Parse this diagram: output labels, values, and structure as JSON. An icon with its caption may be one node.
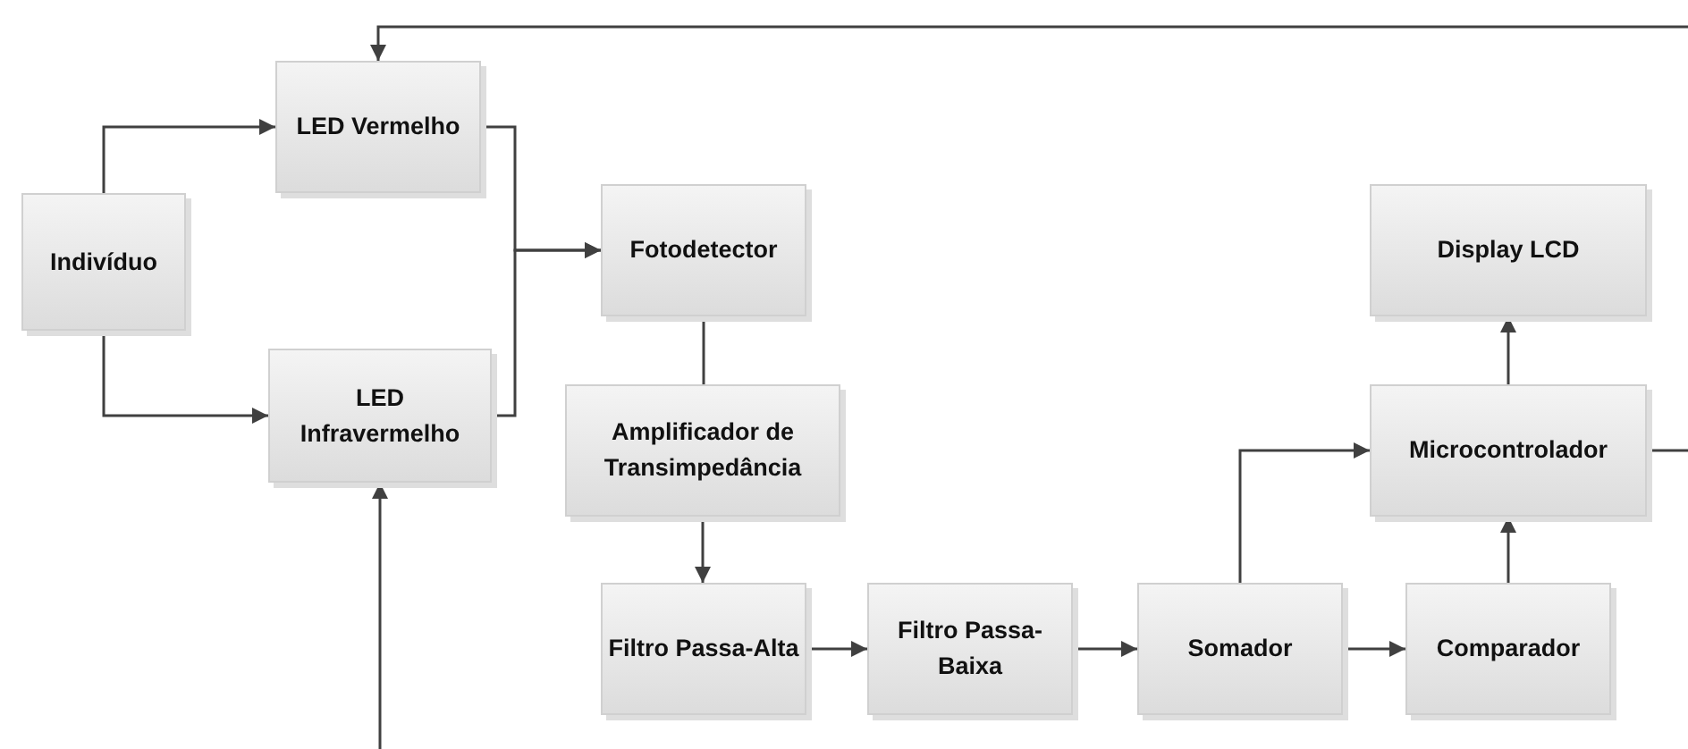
{
  "diagram": {
    "nodes": [
      {
        "text": [
          "Indivíduo"
        ]
      },
      {
        "text": [
          "LED Vermelho"
        ]
      },
      {
        "text": [
          "LED Infravermelho"
        ]
      },
      {
        "text": [
          "Fotodetector"
        ]
      },
      {
        "text": [
          "Display LCD"
        ]
      },
      {
        "text": [
          "Amplificador de Transimpedância"
        ]
      },
      {
        "text": [
          "Microcontrolador"
        ]
      },
      {
        "text": [
          "Filtro Passa-Alta"
        ]
      },
      {
        "text": [
          "Filtro Passa-Baixa"
        ]
      },
      {
        "text": [
          "Somador"
        ]
      },
      {
        "text": [
          "Comparador"
        ]
      }
    ],
    "edges": [
      {
        "from": 0,
        "to": 1,
        "arrow": "to"
      },
      {
        "from": 0,
        "to": 2,
        "arrow": "to"
      },
      {
        "from": 1,
        "to": 3,
        "arrow": "to"
      },
      {
        "from": 2,
        "to": 3,
        "arrow": "to"
      },
      {
        "from": 3,
        "to": 5,
        "arrow": "none"
      },
      {
        "from": 5,
        "to": 7,
        "arrow": "to"
      },
      {
        "from": 7,
        "to": 8,
        "arrow": "to"
      },
      {
        "from": 8,
        "to": 9,
        "arrow": "to"
      },
      {
        "from": 9,
        "to": 10,
        "arrow": "to"
      },
      {
        "from": 9,
        "to": 6,
        "arrow": "to"
      },
      {
        "from": 10,
        "to": 6,
        "arrow": "to"
      },
      {
        "from": 6,
        "to": 4,
        "arrow": "to"
      },
      {
        "from": 6,
        "to": null,
        "arrow": "none"
      },
      {
        "from": null,
        "to": 1,
        "arrow": "to"
      },
      {
        "from": null,
        "to": 2,
        "arrow": "to"
      }
    ]
  }
}
